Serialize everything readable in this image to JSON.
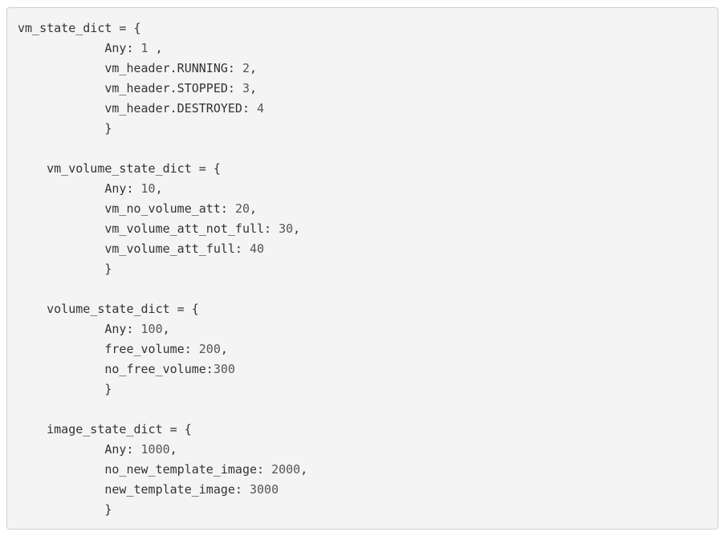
{
  "code_lines": [
    {
      "pre": "vm_state_dict = {",
      "num": "",
      "post": ""
    },
    {
      "pre": "            Any: ",
      "num": "1",
      "post": " ,"
    },
    {
      "pre": "            vm_header.RUNNING: ",
      "num": "2",
      "post": ","
    },
    {
      "pre": "            vm_header.STOPPED: ",
      "num": "3",
      "post": ","
    },
    {
      "pre": "            vm_header.DESTROYED: ",
      "num": "4",
      "post": ""
    },
    {
      "pre": "            }",
      "num": "",
      "post": ""
    },
    {
      "pre": "",
      "num": "",
      "post": ""
    },
    {
      "pre": "    vm_volume_state_dict = {",
      "num": "",
      "post": ""
    },
    {
      "pre": "            Any: ",
      "num": "10",
      "post": ","
    },
    {
      "pre": "            vm_no_volume_att: ",
      "num": "20",
      "post": ","
    },
    {
      "pre": "            vm_volume_att_not_full: ",
      "num": "30",
      "post": ","
    },
    {
      "pre": "            vm_volume_att_full: ",
      "num": "40",
      "post": ""
    },
    {
      "pre": "            }",
      "num": "",
      "post": ""
    },
    {
      "pre": "",
      "num": "",
      "post": ""
    },
    {
      "pre": "    volume_state_dict = {",
      "num": "",
      "post": ""
    },
    {
      "pre": "            Any: ",
      "num": "100",
      "post": ","
    },
    {
      "pre": "            free_volume: ",
      "num": "200",
      "post": ","
    },
    {
      "pre": "            no_free_volume:",
      "num": "300",
      "post": ""
    },
    {
      "pre": "            }",
      "num": "",
      "post": ""
    },
    {
      "pre": "",
      "num": "",
      "post": ""
    },
    {
      "pre": "    image_state_dict = {",
      "num": "",
      "post": ""
    },
    {
      "pre": "            Any: ",
      "num": "1000",
      "post": ","
    },
    {
      "pre": "            no_new_template_image: ",
      "num": "2000",
      "post": ","
    },
    {
      "pre": "            new_template_image: ",
      "num": "3000",
      "post": ""
    },
    {
      "pre": "            }",
      "num": "",
      "post": ""
    }
  ]
}
